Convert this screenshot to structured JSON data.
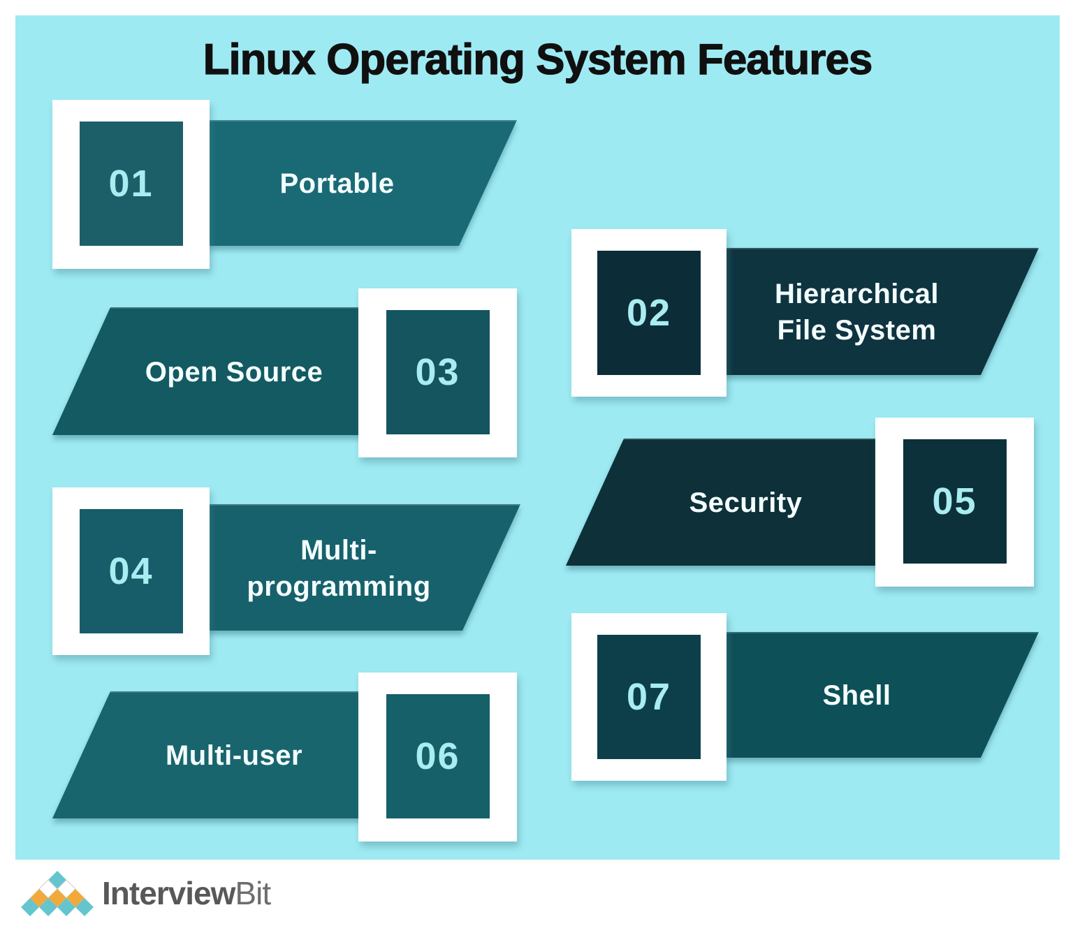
{
  "title": "Linux Operating System Features",
  "theme": {
    "background": "#9eeaf2",
    "surface": "#ffffff",
    "title_color": "#101010",
    "number_text_color": "#a9ecf1",
    "banner_text_color": "#f4feff"
  },
  "items": [
    {
      "number": "01",
      "label": "Portable",
      "banner_color": "#1a6a75",
      "box_color": "#1d5f69"
    },
    {
      "number": "02",
      "label": "Hierarchical\nFile System",
      "banner_color": "#0e3440",
      "box_color": "#0c2d38"
    },
    {
      "number": "03",
      "label": "Open Source",
      "banner_color": "#135a62",
      "box_color": "#145560"
    },
    {
      "number": "04",
      "label": "Multi-\nprogramming",
      "banner_color": "#17616c",
      "box_color": "#175d69"
    },
    {
      "number": "05",
      "label": "Security",
      "banner_color": "#0d3039",
      "box_color": "#0c313a"
    },
    {
      "number": "06",
      "label": "Multi-user",
      "banner_color": "#19656d",
      "box_color": "#166069"
    },
    {
      "number": "07",
      "label": "Shell",
      "banner_color": "#0d5057",
      "box_color": "#0d3f4b"
    }
  ],
  "footer": {
    "brand_primary": "Interview",
    "brand_secondary": "Bit",
    "logo": {
      "cyan": "#64c5cf",
      "orange": "#f2a93c",
      "text_primary_color": "#57585a",
      "text_secondary_color": "#6c6d6f"
    }
  }
}
